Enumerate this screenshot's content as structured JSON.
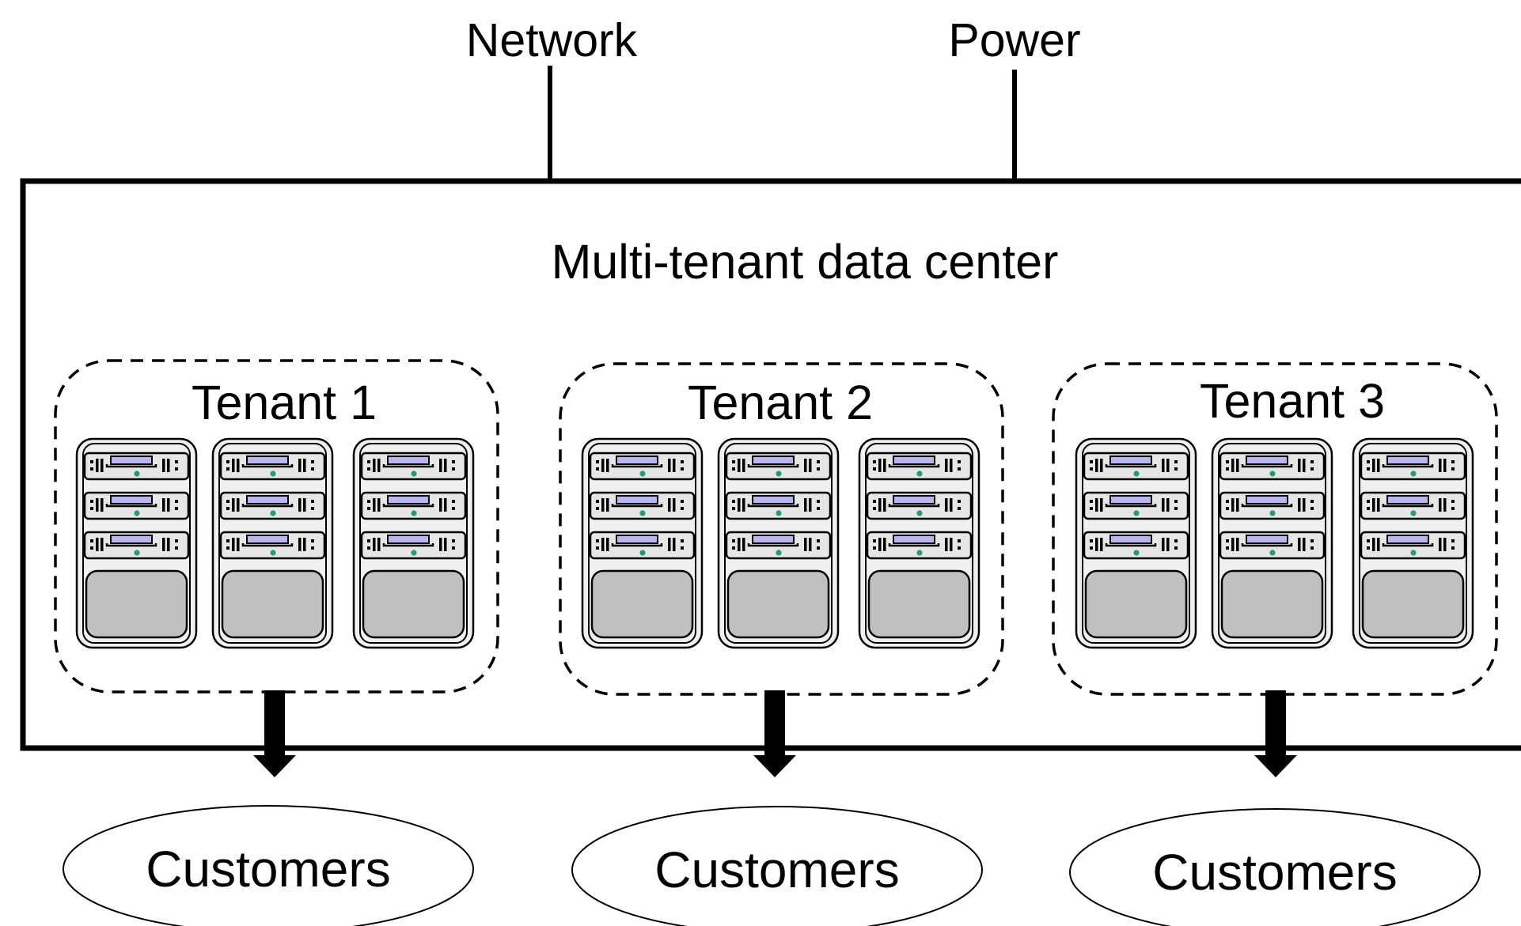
{
  "title": "Multi-tenant data center",
  "inputs": [
    {
      "id": "network",
      "label": "Network"
    },
    {
      "id": "power",
      "label": "Power"
    }
  ],
  "tenants": [
    {
      "id": "tenant-1",
      "label": "Tenant 1",
      "servers": 3,
      "customers_label": "Customers"
    },
    {
      "id": "tenant-2",
      "label": "Tenant 2",
      "servers": 3,
      "customers_label": "Customers"
    },
    {
      "id": "tenant-3",
      "label": "Tenant 3",
      "servers": 3,
      "customers_label": "Customers"
    }
  ],
  "colors": {
    "line": "#000000",
    "server_body": "#f0f0f0",
    "server_panel": "#c0c0c0",
    "drive_display": "#b9b6f4",
    "led": "#1f9e77"
  }
}
